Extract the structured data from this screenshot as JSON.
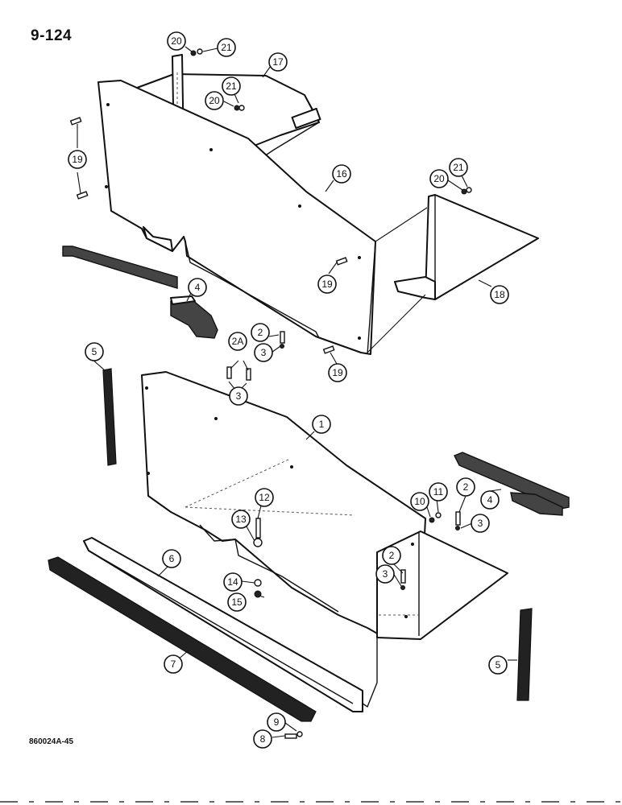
{
  "page": {
    "number": "9-124",
    "diagram_code": "860024A-45"
  },
  "callouts": {
    "c20a": "20",
    "c21a": "21",
    "c17": "17",
    "c21b": "21",
    "c20b": "20",
    "c19a": "19",
    "c16": "16",
    "c20c": "20",
    "c21c": "21",
    "c19b": "19",
    "c18": "18",
    "c4a": "4",
    "c2a": "2",
    "c2A": "2A",
    "c3a": "3",
    "c3b": "3",
    "c19c": "19",
    "c5a": "5",
    "c1": "1",
    "c2b": "2",
    "c11": "11",
    "c10": "10",
    "c12": "12",
    "c4b": "4",
    "c13": "13",
    "c3c": "3",
    "c6": "6",
    "c2c": "2",
    "c3d": "3",
    "c14": "14",
    "c15": "15",
    "c7": "7",
    "c5b": "5",
    "c9": "9",
    "c8": "8"
  }
}
